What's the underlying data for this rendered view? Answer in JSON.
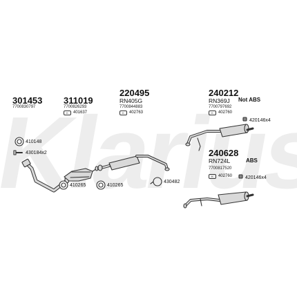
{
  "watermark": "Klarius",
  "groups": [
    {
      "part": "301453",
      "oe": "7700830797"
    },
    {
      "part": "311019",
      "oe": "7700826293",
      "sub": "401637"
    },
    {
      "part": "220495",
      "ref": "RN405G",
      "oe": "7700844883",
      "sub": "402763"
    },
    {
      "part": "240212",
      "ref": "RN369J",
      "oe": "7700797692",
      "sub": "402760",
      "note": "Not ABS",
      "fitting": "420146x4"
    },
    {
      "part": "240628",
      "ref": "RN724L",
      "oe": "7700817520",
      "sub": "402760",
      "note": "ABS",
      "fitting": "420146x4"
    }
  ],
  "fittings": {
    "f1": "410148",
    "f2": "430184x2",
    "f3": "410265",
    "f4": "410265",
    "f5": "430482"
  },
  "colors": {
    "line": "#333333",
    "fill": "#d9d9d9",
    "watermark": "#ededed"
  }
}
